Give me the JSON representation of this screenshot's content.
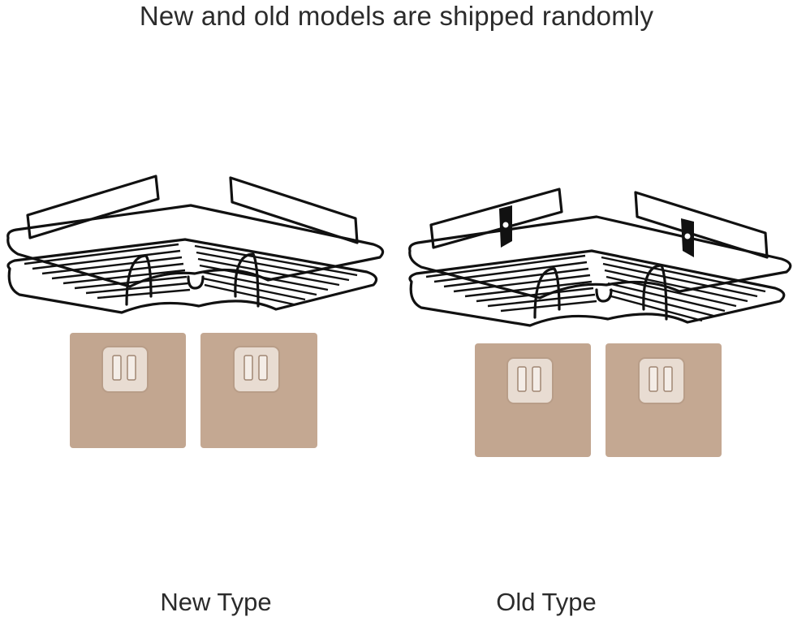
{
  "headline": "New and old models are shipped randomly",
  "products": [
    {
      "caption": "New Type"
    },
    {
      "caption": "Old Type"
    }
  ],
  "colors": {
    "background": "#ffffff",
    "text": "#2b2b2b",
    "wire": "#111111",
    "pad": "#c2a690",
    "hook": "#e8dcd2"
  },
  "icons": [
    "corner-shelf-icon",
    "adhesive-pad-icon",
    "hook-clip-icon",
    "keyhole-bracket-icon"
  ]
}
